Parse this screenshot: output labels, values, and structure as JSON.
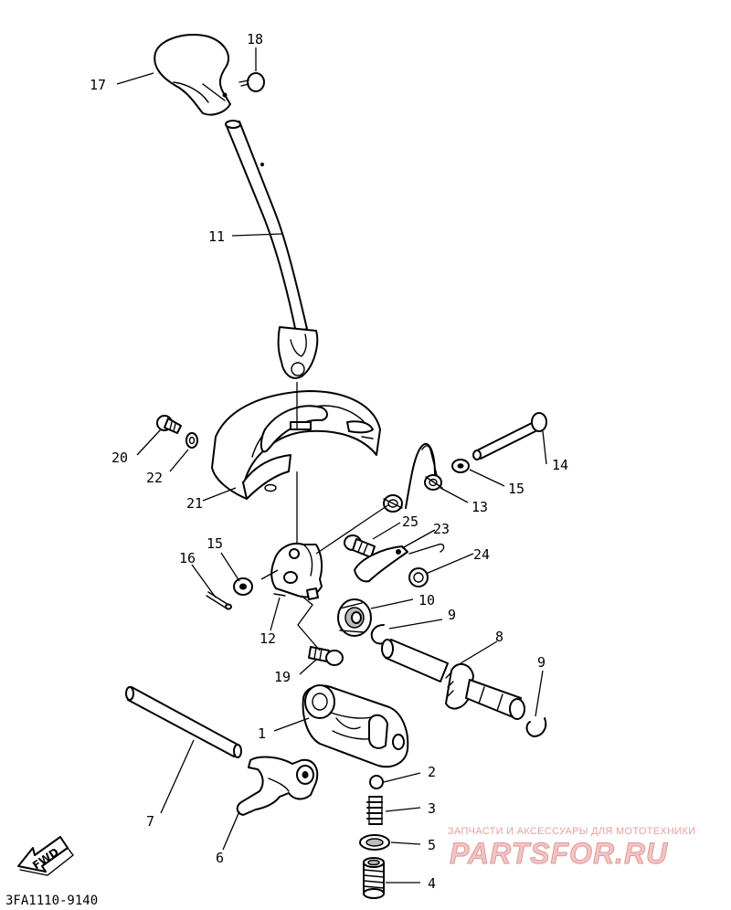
{
  "figure_code": "3FA1110-9140",
  "watermark": {
    "subtitle": "ЗАПЧАСТИ И АКСЕССУАРЫ ДЛЯ МОТОТЕХНИКИ",
    "brand": "PARTSFOR.RU"
  },
  "fwd_label": "FWD",
  "callouts": {
    "c1": "1",
    "c2": "2",
    "c3": "3",
    "c4": "4",
    "c5": "5",
    "c6": "6",
    "c7": "7",
    "c8": "8",
    "c9a": "9",
    "c9b": "9",
    "c10": "10",
    "c11": "11",
    "c12": "12",
    "c13": "13",
    "c14": "14",
    "c15a": "15",
    "c15b": "15",
    "c16": "16",
    "c17": "17",
    "c18": "18",
    "c19": "19",
    "c20": "20",
    "c21": "21",
    "c22": "22",
    "c23": "23",
    "c24": "24",
    "c25": "25"
  }
}
